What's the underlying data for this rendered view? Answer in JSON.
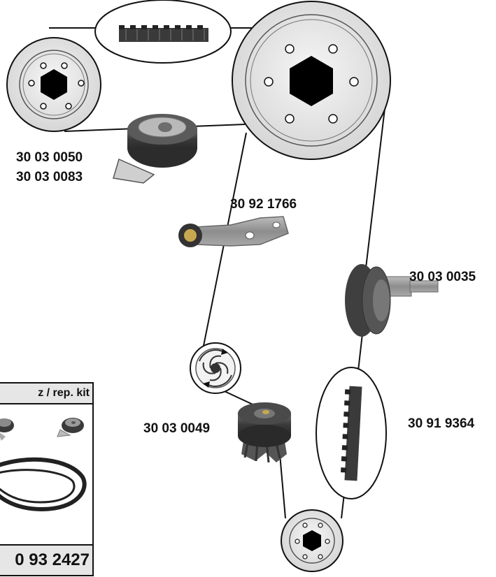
{
  "parts": {
    "tensioner_pulley_a": "30 03 0050",
    "tensioner_pulley_b": "30 03 0083",
    "tensioner_arm": "30 92 1766",
    "idler_pulley": "30 03 0035",
    "water_pump": "30 03 0049",
    "timing_belt": "30 91 9364"
  },
  "kit": {
    "title": "z / rep. kit",
    "number": "0 93 2427"
  },
  "colors": {
    "line": "#111111",
    "pulley_fill": "#e8e8e8",
    "part_gray": "#4a4a4a",
    "panel_gray": "#e6e6e6"
  },
  "icons": [
    "hex-hub-icon",
    "rotation-direction-icon"
  ]
}
